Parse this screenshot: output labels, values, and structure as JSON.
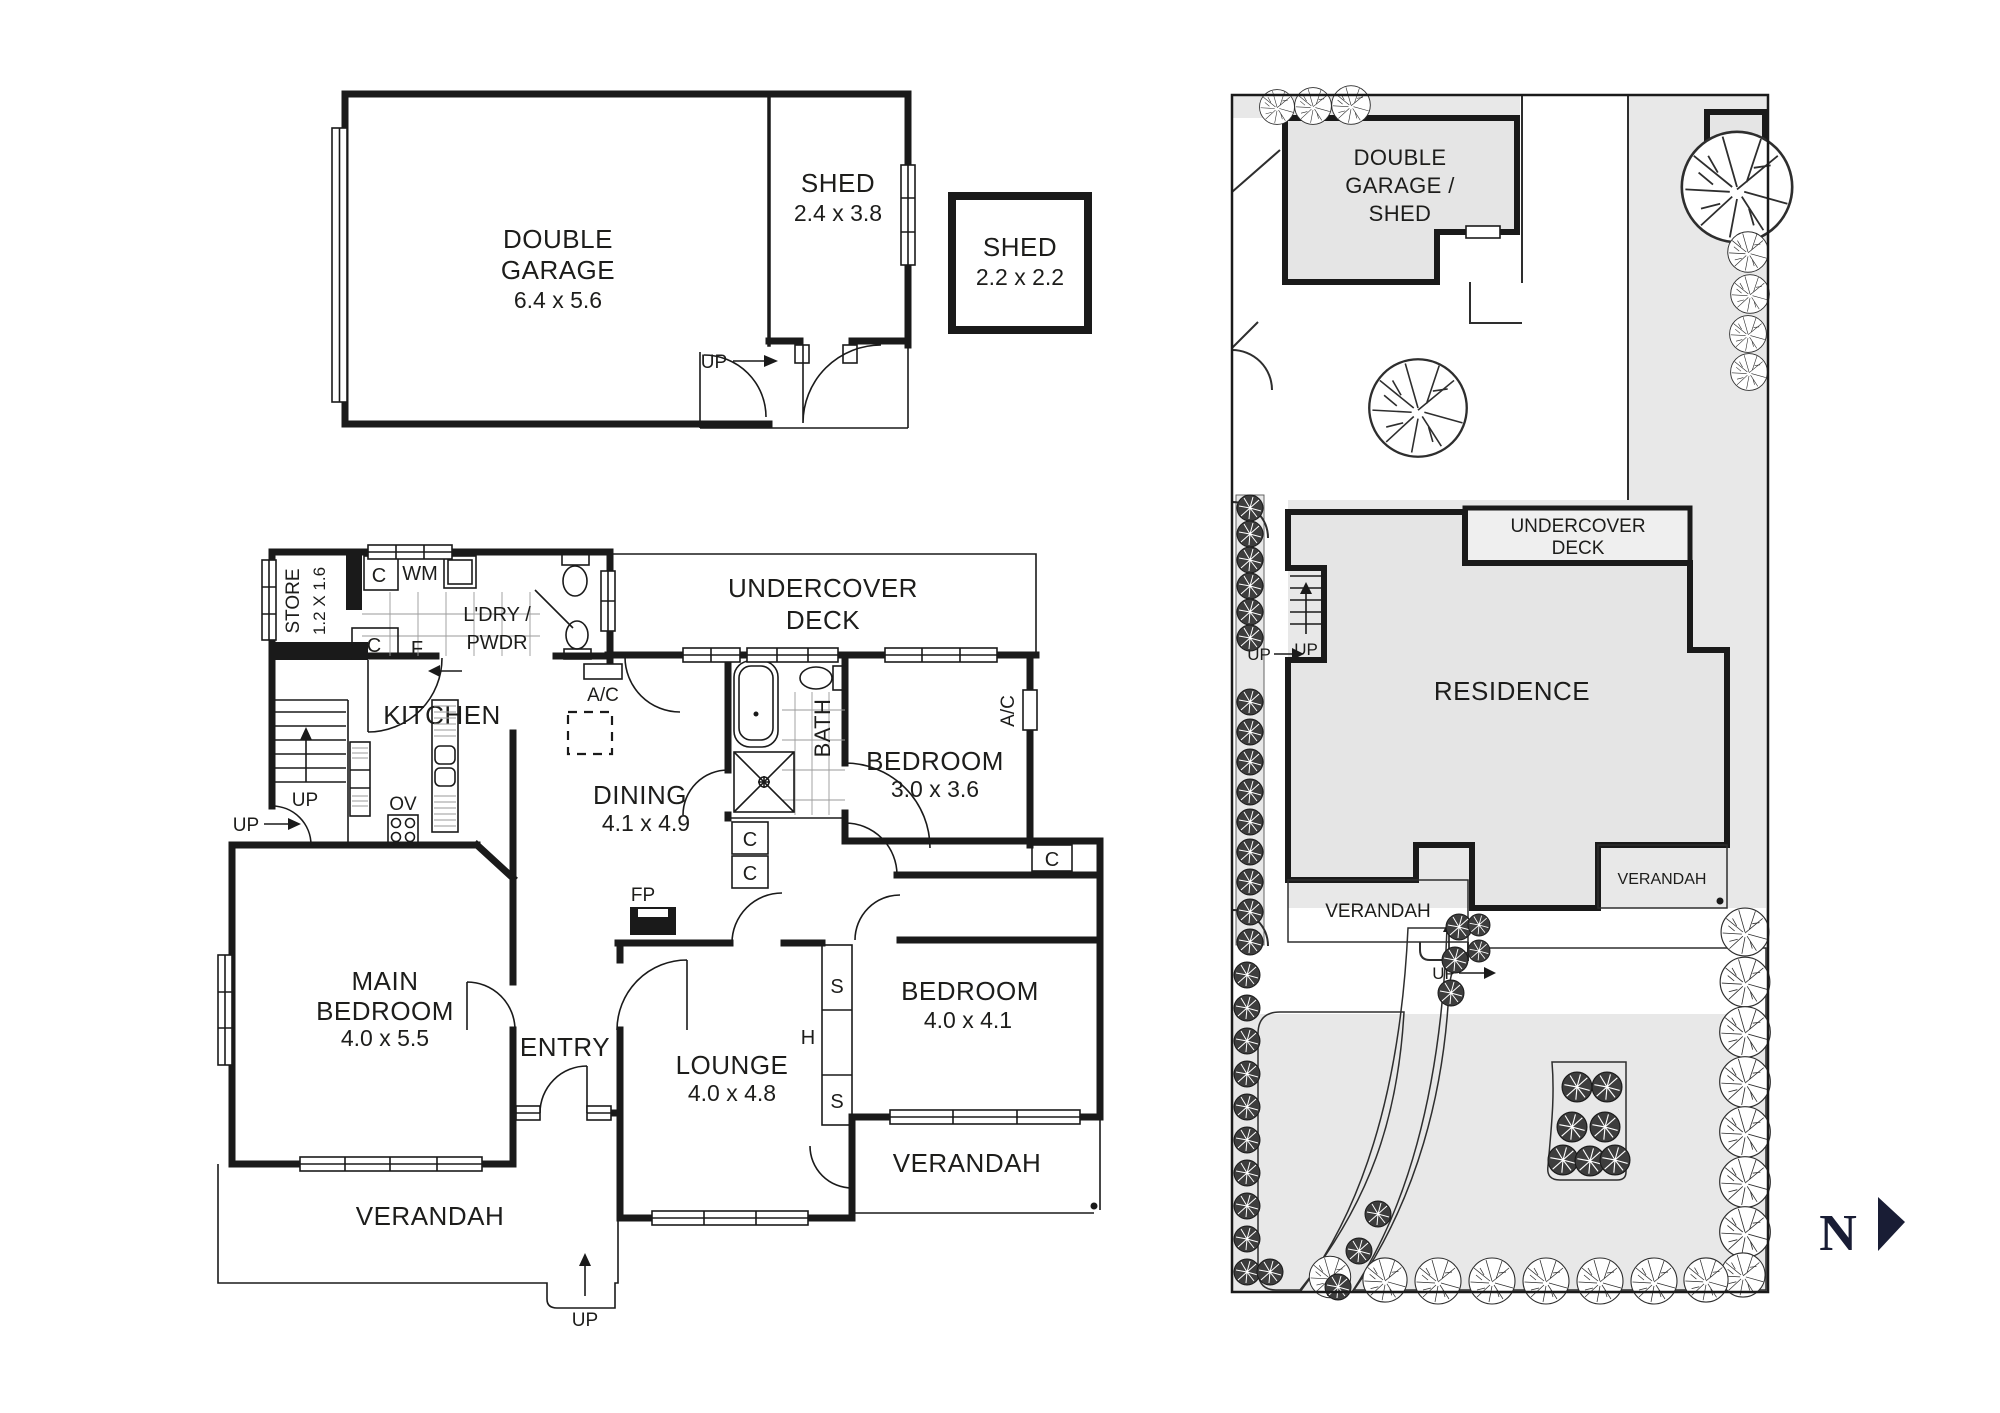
{
  "colors": {
    "wall": "#1a1a1a",
    "text": "#1d1d1b",
    "site_gray": "#e8e8e8",
    "building_gray": "#e5e5e5",
    "north_navy": "#191d35"
  },
  "garage_plan": {
    "garage_line1": "DOUBLE",
    "garage_line2": "GARAGE",
    "garage_dims": "6.4 x 5.6",
    "shed_label": "SHED",
    "shed_dims": "2.4 x 3.8",
    "detached_shed_label": "SHED",
    "detached_shed_dims": "2.2 x 2.2",
    "up_label": "UP"
  },
  "floor_plan": {
    "store_label": "STORE",
    "store_dims": "1.2 X 1.6",
    "laundry_line1": "L'DRY /",
    "laundry_line2": "PWDR",
    "kitchen_label": "KITCHEN",
    "dining_label": "DINING",
    "dining_dims": "4.1 x 4.9",
    "deck_line1": "UNDERCOVER",
    "deck_line2": "DECK",
    "bath_label": "BATH",
    "bedroom1_label": "BEDROOM",
    "bedroom1_dims": "3.0 x 3.6",
    "bedroom2_label": "BEDROOM",
    "bedroom2_dims": "4.0 x 4.1",
    "main_bedroom_line1": "MAIN",
    "main_bedroom_line2": "BEDROOM",
    "main_bedroom_dims": "4.0 x 5.5",
    "entry_label": "ENTRY",
    "lounge_label": "LOUNGE",
    "lounge_dims": "4.0 x 4.8",
    "verandah_label": "VERANDAH",
    "up_label": "UP",
    "closet_label": "C",
    "washing_machine_label": "WM",
    "fridge_label": "F",
    "oven_label": "OV",
    "fireplace_label": "FP",
    "aircon_label": "A/C",
    "storage_label": "S",
    "hws_label": "H"
  },
  "site_plan": {
    "garage_line1": "DOUBLE",
    "garage_line2": "GARAGE /",
    "garage_line3": "SHED",
    "shed_label": "SHED",
    "deck_line1": "UNDERCOVER",
    "deck_line2": "DECK",
    "residence_label": "RESIDENCE",
    "verandah_label": "VERANDAH",
    "up_label": "UP"
  },
  "compass": {
    "north_label": "N"
  }
}
